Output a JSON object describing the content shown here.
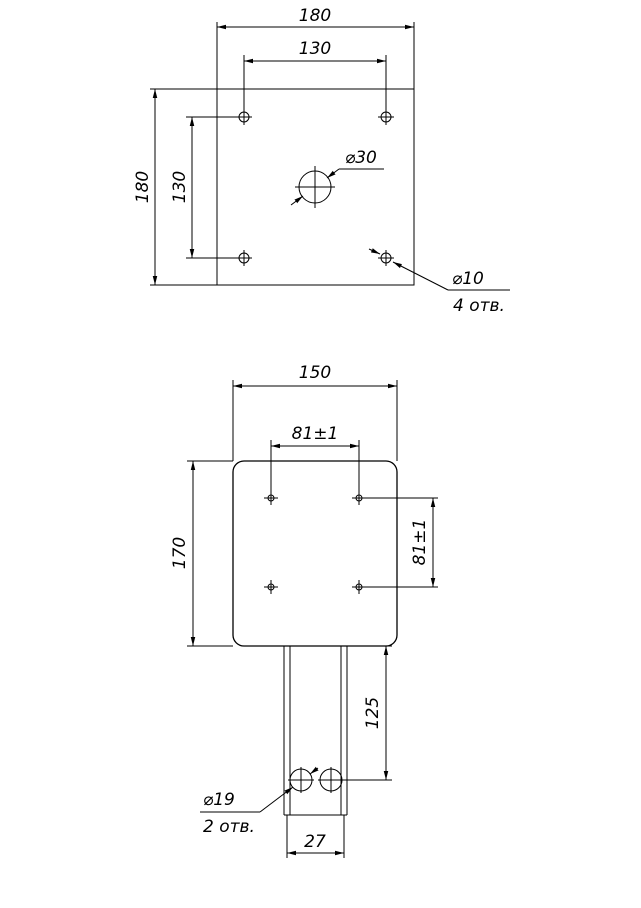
{
  "drawing_top": {
    "dim_width_outer": "180",
    "dim_width_holes": "130",
    "dim_height_outer": "180",
    "dim_height_holes": "130",
    "dim_center_hole": "⌀30",
    "dim_corner_holes": "⌀10",
    "corner_holes_count": "4 отв."
  },
  "drawing_bottom": {
    "dim_width_plate": "150",
    "dim_width_holes": "81±1",
    "dim_height_plate": "170",
    "dim_height_holes": "81±1",
    "dim_stem_length": "125",
    "dim_stem_holes": "⌀19",
    "stem_holes_count": "2 отв.",
    "dim_stem_width": "27"
  }
}
